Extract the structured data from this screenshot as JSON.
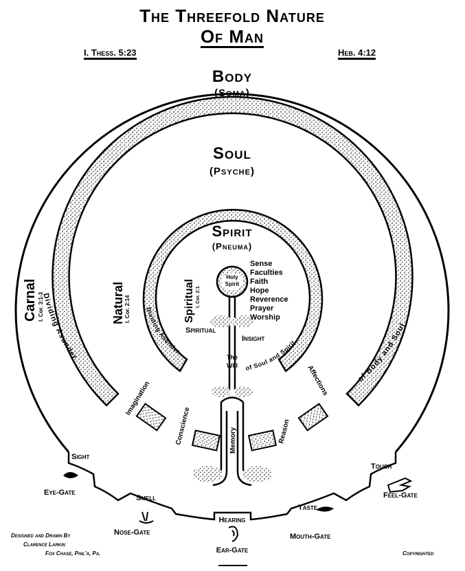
{
  "title_line1": "The Threefold Nature",
  "title_line2": "Of Man",
  "ref_left": "I. Thess. 5:23",
  "ref_right": "Heb. 4:12",
  "body": {
    "name": "Body",
    "greek": "(Soma)"
  },
  "soul": {
    "name": "Soul",
    "greek": "(Psyche)"
  },
  "spirit": {
    "name": "Spirit",
    "greek": "(Pneuma)"
  },
  "holy_spirit_1": "Holy",
  "holy_spirit_2": "Spirit",
  "spirit_faculties": [
    "Sense",
    "Faculties",
    "Faith",
    "Hope",
    "Reverence",
    "Prayer",
    "Worship"
  ],
  "carnal": {
    "label": "Carnal",
    "ref": "I. Cor. 3:1-3"
  },
  "natural": {
    "label": "Natural",
    "ref": "I. Cor. 2:14"
  },
  "spiritual": {
    "label": "Spiritual",
    "ref": "I. Cor. 2:1"
  },
  "spiritual_insight": [
    "Spiritual",
    "Insight"
  ],
  "the_will": [
    "The",
    "Will"
  ],
  "memory": "Memory",
  "dividing_asunder": "Dividing Asunder",
  "of_soul_and_spirit": "of Soul and Spirit",
  "of_body_and_soul": "of Body and Soul",
  "soul_faculties": {
    "imagination": "Imagination",
    "conscience": "Conscience",
    "reason": "Reason",
    "affections": "Affections"
  },
  "gates": {
    "sight": "Sight",
    "eye_gate": "Eye-Gate",
    "smell": "Smell",
    "nose_gate": "Nose-Gate",
    "hearing": "Hearing",
    "ear_gate": "Ear-Gate",
    "taste": "Taste",
    "mouth_gate": "Mouth-Gate",
    "touch": "Touch",
    "feel_gate": "Feel-Gate"
  },
  "credit": [
    "Designed and Drawn By",
    "Clarence Larkin",
    "Fox Chase, Phil'a, Pa."
  ],
  "copyright": "Copyrighted"
}
